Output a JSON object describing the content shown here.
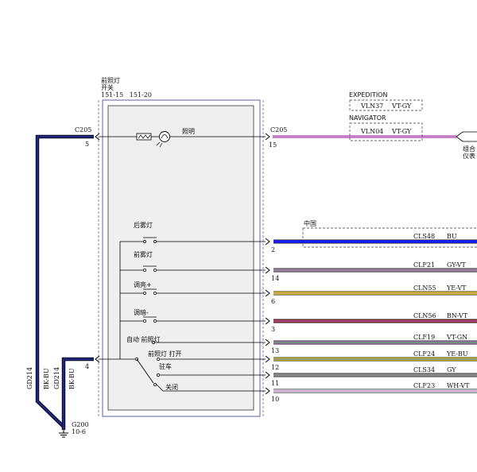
{
  "switch_title": [
    "前照灯",
    "开关"
  ],
  "switch_pins": "151-15   151-20",
  "lamp_label": "照明",
  "connectors": {
    "left_top": {
      "name": "C205",
      "pin": "5"
    },
    "right_top": {
      "name": "C205",
      "pin": "15"
    },
    "left_bottom_pin": "4"
  },
  "variants": {
    "expedition": {
      "label": "EXPEDITION",
      "circuit": "VLN37",
      "color": "VT-GY"
    },
    "navigator": {
      "label": "NAVIGATOR",
      "circuit": "VLN04",
      "color": "VT-GY"
    }
  },
  "destination": [
    "组合",
    "仪表"
  ],
  "china_label": "中国",
  "switch_positions": {
    "rear_fog": "后雾灯",
    "front_fog": "前雾灯",
    "dim_up": "调亮+",
    "dim_down": "调暗-",
    "auto_headlamp": "自动 前照灯",
    "headlamp_on": "前照灯 打开",
    "parking": "驻车",
    "off": "关闭"
  },
  "wires": [
    {
      "pin": "2",
      "circuit": "CLS48",
      "color": "BU",
      "stroke": "#1a1aff",
      "stroke2": "#1a1aff"
    },
    {
      "pin": "14",
      "circuit": "CLF21",
      "color": "GY-VT",
      "stroke": "#8a8a8a",
      "stroke2": "#b070c0"
    },
    {
      "pin": "6",
      "circuit": "CLN55",
      "color": "YE-VT",
      "stroke": "#e8d800",
      "stroke2": "#b070c0"
    },
    {
      "pin": "3",
      "circuit": "CLN56",
      "color": "BN-VT",
      "stroke": "#a02030",
      "stroke2": "#b070c0"
    },
    {
      "pin": "13",
      "circuit": "CLF19",
      "color": "VT-GN",
      "stroke": "#b070c0",
      "stroke2": "#3cb040"
    },
    {
      "pin": "12",
      "circuit": "CLF24",
      "color": "YE-BU",
      "stroke": "#e8d800",
      "stroke2": "#4060ff"
    },
    {
      "pin": "11",
      "circuit": "CLS34",
      "color": "GY",
      "stroke": "#8a8a8a",
      "stroke2": "#8a8a8a"
    },
    {
      "pin": "10",
      "circuit": "CLF23",
      "color": "WH-VT",
      "stroke": "#f0f0f0",
      "stroke2": "#b070c0"
    }
  ],
  "ground_wire_labels": {
    "outer": {
      "circuit": "GD214",
      "color": "BK-BU"
    },
    "inner": {
      "circuit": "GD214",
      "color": "BK-BU"
    }
  },
  "ground": {
    "name": "G200",
    "sub": "10-6"
  },
  "colors": {
    "purple_wire": "#d08ad0",
    "ground_wire": "#101030",
    "ground_wire_inner": "#2030a0",
    "box_fill": "#efefef",
    "box_outer": "#6060a0"
  }
}
